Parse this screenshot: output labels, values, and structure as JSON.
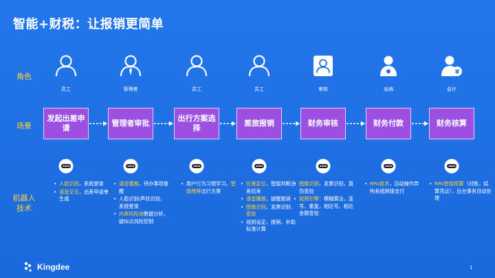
{
  "title": "智能+财税：让报销更简单",
  "row_labels": {
    "roles": "角色",
    "scenes": "场景",
    "robot_tech": "机器人技术"
  },
  "columns": [
    {
      "role": "员工",
      "role_icon": "person-icon",
      "scene": "发起出差申请",
      "bullets": [
        [
          {
            "t": "人脸识别",
            "hl": true
          },
          {
            "t": "，系统登录",
            "hl": false
          }
        ],
        [
          {
            "t": "语音交互",
            "hl": true
          },
          {
            "t": "，出差申请单生成",
            "hl": false
          }
        ]
      ]
    },
    {
      "role": "管理者",
      "role_icon": "manager-icon",
      "scene": "管理者审批",
      "bullets": [
        [
          {
            "t": "语音播报",
            "hl": true
          },
          {
            "t": "，待办事项提醒",
            "hl": false
          }
        ],
        [
          {
            "t": "人脸识别/声纹识别，系统登录",
            "hl": false
          }
        ],
        [
          {
            "t": "内审风险池",
            "hl": true
          },
          {
            "t": "数据分析，疑似点风险控制",
            "hl": false
          }
        ]
      ]
    },
    {
      "role": "员工",
      "role_icon": "person-icon",
      "scene": "出行方案选择",
      "bullets": [
        [
          {
            "t": "用户行为习惯学习，",
            "hl": false
          },
          {
            "t": "智能推荐",
            "hl": true
          },
          {
            "t": "出行方案",
            "hl": false
          }
        ]
      ]
    },
    {
      "role": "员工",
      "role_icon": "person-icon",
      "scene": "差旅报销",
      "bullets": [
        [
          {
            "t": "位置定位",
            "hl": true
          },
          {
            "t": "，智能判断出差结束",
            "hl": false
          }
        ],
        [
          {
            "t": "语音播报",
            "hl": true
          },
          {
            "t": "，提醒报销",
            "hl": false
          }
        ],
        [
          {
            "t": "图像识别",
            "hl": true
          },
          {
            "t": "，发票识别、",
            "hl": false
          },
          {
            "t": "查验",
            "hl": true
          }
        ],
        [
          {
            "t": "规则设定，报销，补助标准计算",
            "hl": false
          }
        ]
      ]
    },
    {
      "role": "审核",
      "role_icon": "auditor-icon",
      "scene": "财务审核",
      "bullets": [
        [
          {
            "t": "图像识别",
            "hl": true
          },
          {
            "t": "，发票识别，真伪查验",
            "hl": false
          }
        ],
        [
          {
            "t": "规则引擎",
            "hl": true
          },
          {
            "t": "：模糊算法，连号，重复，相近号，相近金额查验",
            "hl": false
          }
        ]
      ]
    },
    {
      "role": "出纳",
      "role_icon": "cashier-icon",
      "scene": "财务付款",
      "bullets": [
        [
          {
            "t": "RPA技术",
            "hl": true
          },
          {
            "t": "，自动操作异构系统网银支付",
            "hl": false
          }
        ]
      ]
    },
    {
      "role": "会计",
      "role_icon": "accountant-icon",
      "scene": "财务核算",
      "bullets": [
        [
          {
            "t": "RPA智能核算",
            "hl": true
          },
          {
            "t": "（对账，结算凭证），后台事务自动处理",
            "hl": false
          }
        ]
      ]
    }
  ],
  "logo": "Kingdee",
  "page_number": "1",
  "colors": {
    "background": "#1f6fe0",
    "scene_box": "#9c4fe0",
    "highlight": "#ffd23a"
  }
}
